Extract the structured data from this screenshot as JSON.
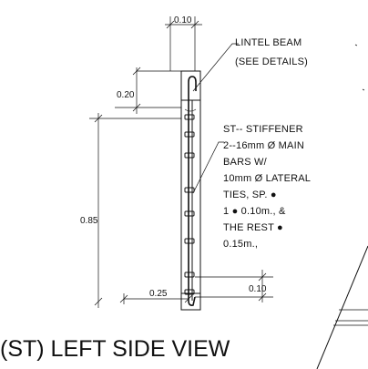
{
  "dimensions": {
    "top_width": "0.10",
    "upper_height": "0.20",
    "total_height": "0.85",
    "bottom_width": "0.25",
    "bottom_spacing": "0.10"
  },
  "labels": {
    "lintel_line1": "LINTEL BEAM",
    "lintel_line2": "(SEE DETAILS)",
    "stiffener_line1": "ST-- STIFFENER",
    "stiffener_line2": "2--16mm Ø MAIN",
    "stiffener_line3": "BARS W/",
    "stiffener_line4": "10mm Ø LATERAL",
    "stiffener_line5": "TIES, SP. ●",
    "stiffener_line6": "1 ● 0.10m., &",
    "stiffener_line7": "THE REST ●",
    "stiffener_line8": "0.15m.,"
  },
  "caption": "(ST) LEFT SIDE VIEW"
}
